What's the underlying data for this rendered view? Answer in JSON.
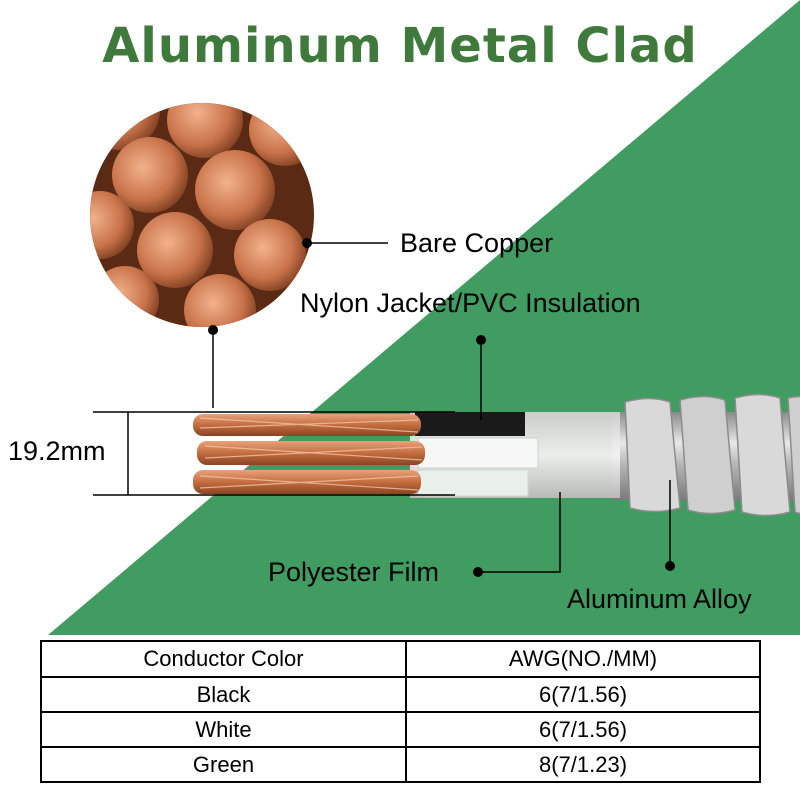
{
  "title": "Aluminum Metal Clad",
  "colors": {
    "accent_green": "#419c61",
    "title_green": "#3f7a3c",
    "copper": "#c97a4e",
    "aluminum": "#bfbfbf"
  },
  "labels": {
    "bare_copper": "Bare Copper",
    "nylon_jacket": "Nylon Jacket/PVC Insulation",
    "dimension": "19.2mm",
    "polyester_film": "Polyester Film",
    "aluminum_alloy": "Aluminum Alloy"
  },
  "table": {
    "headers": [
      "Conductor Color",
      "AWG(NO./MM)"
    ],
    "rows": [
      [
        "Black",
        "6(7/1.56)"
      ],
      [
        "White",
        "6(7/1.56)"
      ],
      [
        "Green",
        "8(7/1.23)"
      ]
    ]
  }
}
